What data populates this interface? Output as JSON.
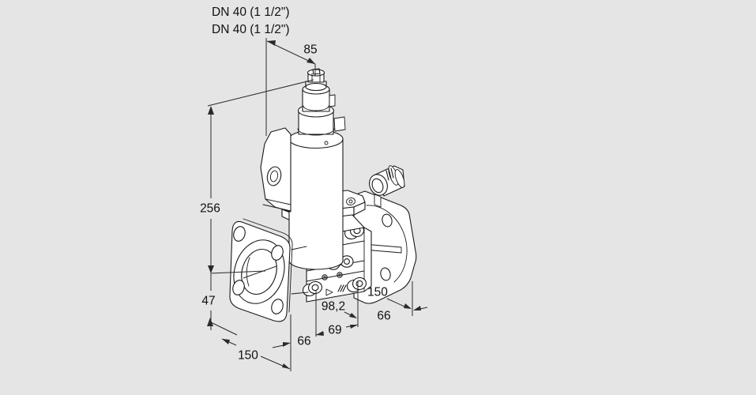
{
  "page": {
    "type": "technical-dimension-drawing",
    "subject": "flanged valve isometric line drawing",
    "colors": {
      "background": "#e5e5e5",
      "line": "#1a1a1a",
      "dimension_line": "#2a2a2a",
      "part_fill": "#ffffff",
      "text": "#111111"
    }
  },
  "labels": {
    "dn_top": "DN 40 (1 1/2\")",
    "dn_bottom": "DN 40 (1 1/2\")",
    "dim_85": "85",
    "dim_256": "256",
    "dim_47": "47",
    "dim_150_bottom_left": "150",
    "dim_66_bottom": "66",
    "dim_69": "69",
    "dim_98_2": "98,2",
    "dim_150_right": "150",
    "dim_66_right": "66"
  }
}
